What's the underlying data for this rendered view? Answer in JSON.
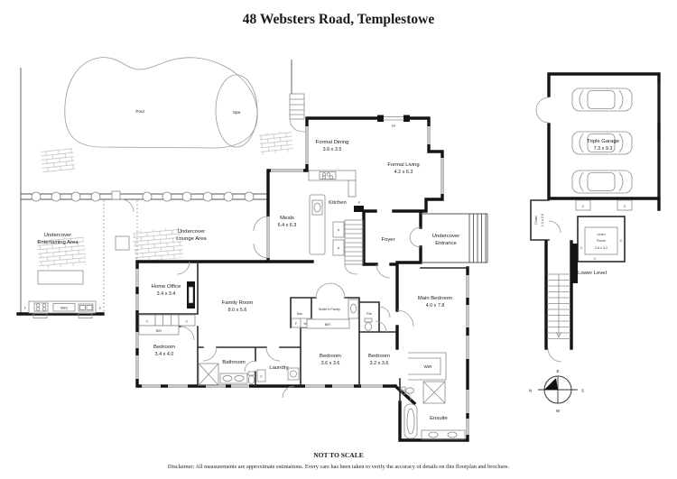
{
  "title": "48 Websters Road, Templestowe",
  "outdoor": {
    "pool_label": "Pool",
    "spa_label": "Spa",
    "entertaining_line1": "Undercover",
    "entertaining_line2": "Entertaining Area",
    "lounge_line1": "Undercover",
    "lounge_line2": "Lounge Area",
    "bbq_label": "BBQ"
  },
  "rooms": {
    "formal_dining": {
      "name": "Formal Dining",
      "dims": "3.6 x 3.5"
    },
    "formal_living": {
      "name": "Formal Living",
      "dims": "4.2 x 6.3"
    },
    "kitchen": {
      "name": "Kitchen"
    },
    "meals": {
      "name": "Meals",
      "dims": "6.4 x 6.3"
    },
    "foyer": {
      "name": "Foyer"
    },
    "entrance_line1": "Undercover",
    "entrance_line2": "Entrance",
    "home_office": {
      "name": "Home Office",
      "dims": "3.4 x 3.4"
    },
    "family_room": {
      "name": "Family Room",
      "dims": "8.0 x 5.6"
    },
    "bar": {
      "name": "Bar"
    },
    "butlers_pantry": {
      "name": "Butler's Pantry"
    },
    "powder": {
      "name": "Pdr"
    },
    "main_bedroom": {
      "name": "Main Bedroom",
      "dims": "4.0 x 7.8"
    },
    "bedroom1": {
      "name": "Bedroom",
      "dims": "3.4 x 4.0"
    },
    "bathroom": {
      "name": "Bathroom"
    },
    "laundry": {
      "name": "Laundry"
    },
    "bedroom2": {
      "name": "Bedroom",
      "dims": "3.6 x 3.6"
    },
    "bedroom3": {
      "name": "Bedroom",
      "dims": "3.2 x 3.6"
    },
    "wir": {
      "name": "WIR"
    },
    "ensuite": {
      "name": "Ensuite"
    },
    "garage": {
      "name": "Triple Garage",
      "dims": "7.3 x 9.3"
    },
    "cellar": {
      "name": "Cellar",
      "dims": "1.2 x 2.6"
    },
    "linen": {
      "line1": "Linen",
      "line2": "Room",
      "dims": "2.6 x 3.2"
    },
    "lower_level": "Lower Level"
  },
  "markers": {
    "fp": "FP",
    "bir": "BIR",
    "c": "C",
    "p": "P",
    "f": "F",
    "wo": "WO"
  },
  "compass": {
    "east": "E",
    "south": "S",
    "west": "W",
    "north": "N"
  },
  "footer": {
    "scale_note": "NOT TO SCALE",
    "disclaimer": "Disclaimer: All measurements are approximate estimations. Every care has been taken to verify the accuracy of details on this floorplan and brochure."
  }
}
